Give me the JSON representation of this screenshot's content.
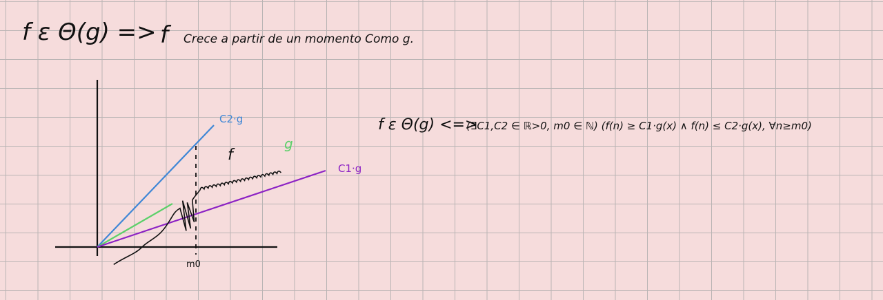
{
  "header": {
    "part1": "f ε Θ(g) =>",
    "part2": "f",
    "part3": "Crece a partir de un momento Como g."
  },
  "formula": {
    "lhs": "f ε Θ(g) <=>",
    "rhs": "(∃C1,C2 ∈ ℝ>0, m0 ∈ ℕ) (f(n) ≥ C1·g(x) ∧ f(n) ≤ C2·g(x), ∀n≥m0)"
  },
  "graph": {
    "labels": {
      "c2g": "C2·g",
      "c1g": "C1·g",
      "g": "g",
      "f": "f",
      "m0": "m0"
    },
    "colors": {
      "c2g": "#3f87d6",
      "c1g": "#8c22c4",
      "g": "#5cd06a",
      "ink": "#111111"
    }
  }
}
